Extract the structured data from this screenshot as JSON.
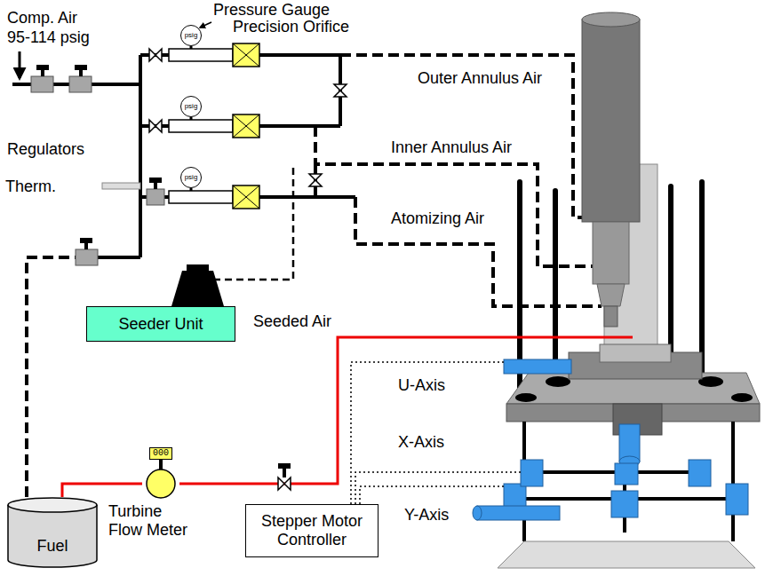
{
  "diagram": {
    "nodes": [
      {
        "text": [
          "psig"
        ]
      },
      {
        "text": [
          "psig"
        ]
      },
      {
        "text": [
          "psig"
        ]
      },
      {
        "text": [
          "Seeder Unit"
        ]
      },
      {
        "text": [
          "000"
        ]
      },
      {
        "text": [
          "Fuel"
        ]
      },
      {
        "text": [
          "Stepper Motor Controller"
        ]
      }
    ],
    "edges": [
      {
        "from": 5,
        "to": 4,
        "arrow": "none"
      }
    ],
    "labels": [
      "Pressure Gauge",
      "Comp. Air",
      "95-114 psig",
      "Precision Orifice",
      "Outer Annulus Air",
      "Regulators",
      "Inner Annulus Air",
      "Therm.",
      "Atomizing Air",
      "Seeded Air",
      "U-Axis",
      "X-Axis",
      "Turbine Flow Meter",
      "Y-Axis"
    ]
  }
}
